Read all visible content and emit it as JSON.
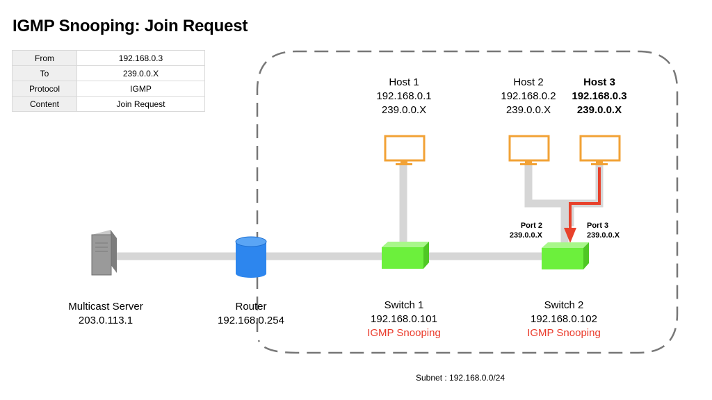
{
  "title": "IGMP Snooping: Join Request",
  "packet_table": [
    {
      "key": "From",
      "value": "192.168.0.3"
    },
    {
      "key": "To",
      "value": "239.0.0.X"
    },
    {
      "key": "Protocol",
      "value": "IGMP"
    },
    {
      "key": "Content",
      "value": "Join Request"
    }
  ],
  "nodes": {
    "multicast_server": {
      "name": "Multicast Server",
      "ip": "203.0.113.1"
    },
    "router": {
      "name": "Router",
      "ip": "192.168.0.254"
    },
    "switch1": {
      "name": "Switch 1",
      "ip": "192.168.0.101",
      "feature": "IGMP Snooping"
    },
    "switch2": {
      "name": "Switch 2",
      "ip": "192.168.0.102",
      "feature": "IGMP Snooping"
    },
    "host1": {
      "name": "Host 1",
      "ip": "192.168.0.1",
      "group": "239.0.0.X"
    },
    "host2": {
      "name": "Host 2",
      "ip": "192.168.0.2",
      "group": "239.0.0.X"
    },
    "host3": {
      "name": "Host 3",
      "ip": "192.168.0.3",
      "group": "239.0.0.X"
    }
  },
  "ports": {
    "port2": {
      "name": "Port 2",
      "group": "239.0.0.X"
    },
    "port3": {
      "name": "Port 3",
      "group": "239.0.0.X"
    }
  },
  "subnet_label": "Subnet : 192.168.0.0/24",
  "colors": {
    "link": "#d6d6d6",
    "switch": "#6cf03c",
    "router": "#2d86ee",
    "monitor": "#f2a236",
    "server": "#9a9a9a",
    "join_arrow": "#e8412b",
    "snooping_text": "#ea3a2a"
  }
}
